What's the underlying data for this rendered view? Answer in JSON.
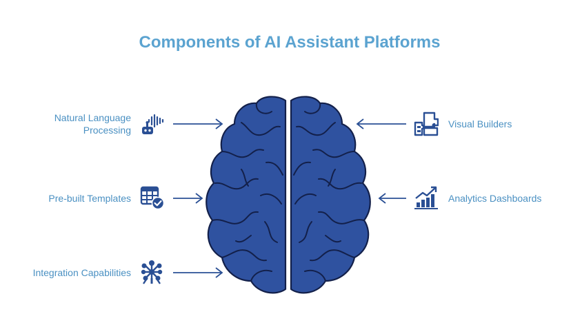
{
  "title": "Components of AI Assistant Platforms",
  "colors": {
    "title": "#5ba3d0",
    "label": "#4a90c2",
    "icon": "#2a4f94",
    "brain_fill": "#2f52a0",
    "brain_stroke": "#13204a"
  },
  "left_items": [
    {
      "label_line1": "Natural Language",
      "label_line2": "Processing",
      "icon": "robot-voice-icon"
    },
    {
      "label_line1": "Pre-built Templates",
      "label_line2": "",
      "icon": "table-check-icon"
    },
    {
      "label_line1": "Integration Capabilities",
      "label_line2": "",
      "icon": "atomium-icon"
    }
  ],
  "right_items": [
    {
      "label": "Visual Builders",
      "icon": "puzzle-icon"
    },
    {
      "label": "Analytics Dashboards",
      "icon": "growth-chart-icon"
    }
  ]
}
